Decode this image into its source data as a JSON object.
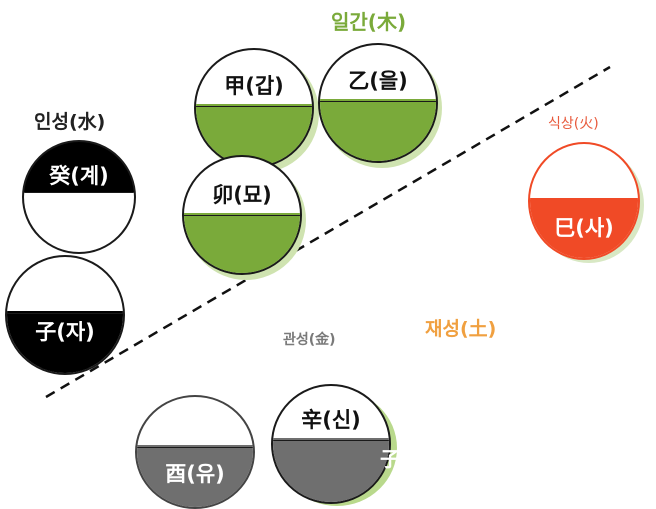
{
  "colors": {
    "wood": "#7aaa3a",
    "water": "#000000",
    "fire": "#f04a26",
    "fire_label": "#e85a3c",
    "metal": "#6f6f6f",
    "metal_label": "#7a7a7a",
    "earth_label": "#f0a040",
    "shadow": "#b9d98c"
  },
  "groups": {
    "ilgan": "일간(木)",
    "inseong": "인성(水)",
    "siksang": "식상(火)",
    "gwanseong": "관성(金)",
    "jaeseong": "재성(土)"
  },
  "stems": {
    "gap": "甲(갑)",
    "eul": "乙(을)",
    "myo": "卯(묘)",
    "gye": "癸(계)",
    "ja": "子(자)",
    "sa": "巳(사)",
    "yu": "酉(유)",
    "sin": "辛(신)"
  },
  "overflow_char": "子"
}
